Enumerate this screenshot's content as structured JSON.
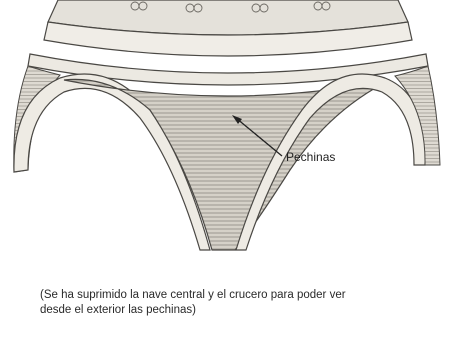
{
  "diagram": {
    "label": "Pechinas",
    "caption": {
      "line1": "(Se ha suprimido la nave central y el crucero para poder ver",
      "line2": "desde el exterior las pechinas)"
    }
  },
  "colors": {
    "stone_light": "#e9e6df",
    "stone_shade": "#c9c5bc",
    "hatch": "#7d7a74",
    "outline": "#4a4844"
  }
}
